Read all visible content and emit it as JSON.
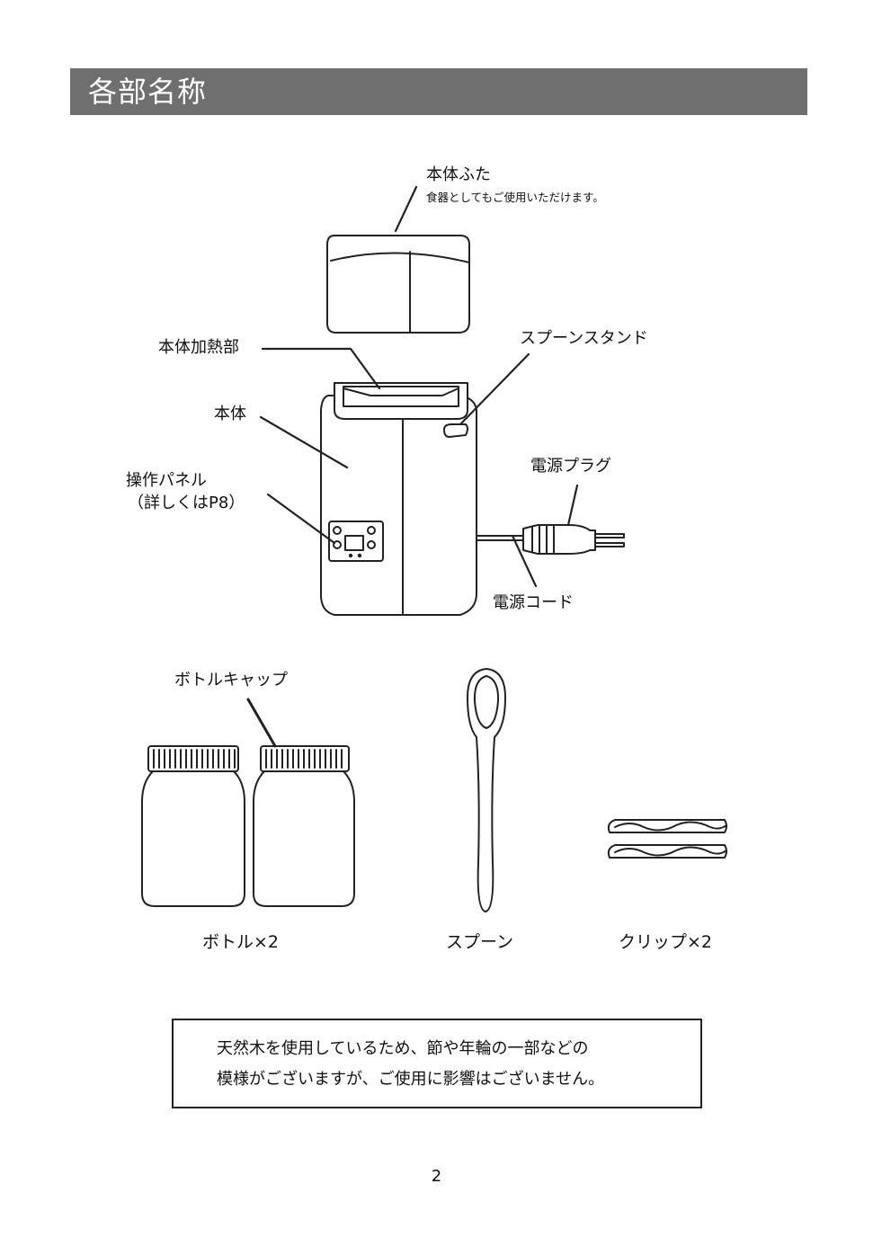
{
  "header": {
    "title": "各部名称"
  },
  "labels": {
    "lid": "本体ふた",
    "lid_note": "食器としてもご使用いただけます。",
    "heating": "本体加熱部",
    "spoon_stand": "スプーンスタンド",
    "body": "本体",
    "power_plug": "電源プラグ",
    "panel": "操作パネル",
    "panel_note": "（詳しくはP8）",
    "power_cord": "電源コード",
    "bottle_cap": "ボトルキャップ"
  },
  "accessories": {
    "bottle": "ボトル×2",
    "spoon": "スプーン",
    "clip": "クリップ×2"
  },
  "notice": {
    "line1": "天然木を使用しているため、節や年輪の一部などの",
    "line2": "模様がございますが、ご使用に影響はございません。"
  },
  "page_number": "2",
  "colors": {
    "header_bg": "#6f6f6f",
    "line": "#222222"
  }
}
